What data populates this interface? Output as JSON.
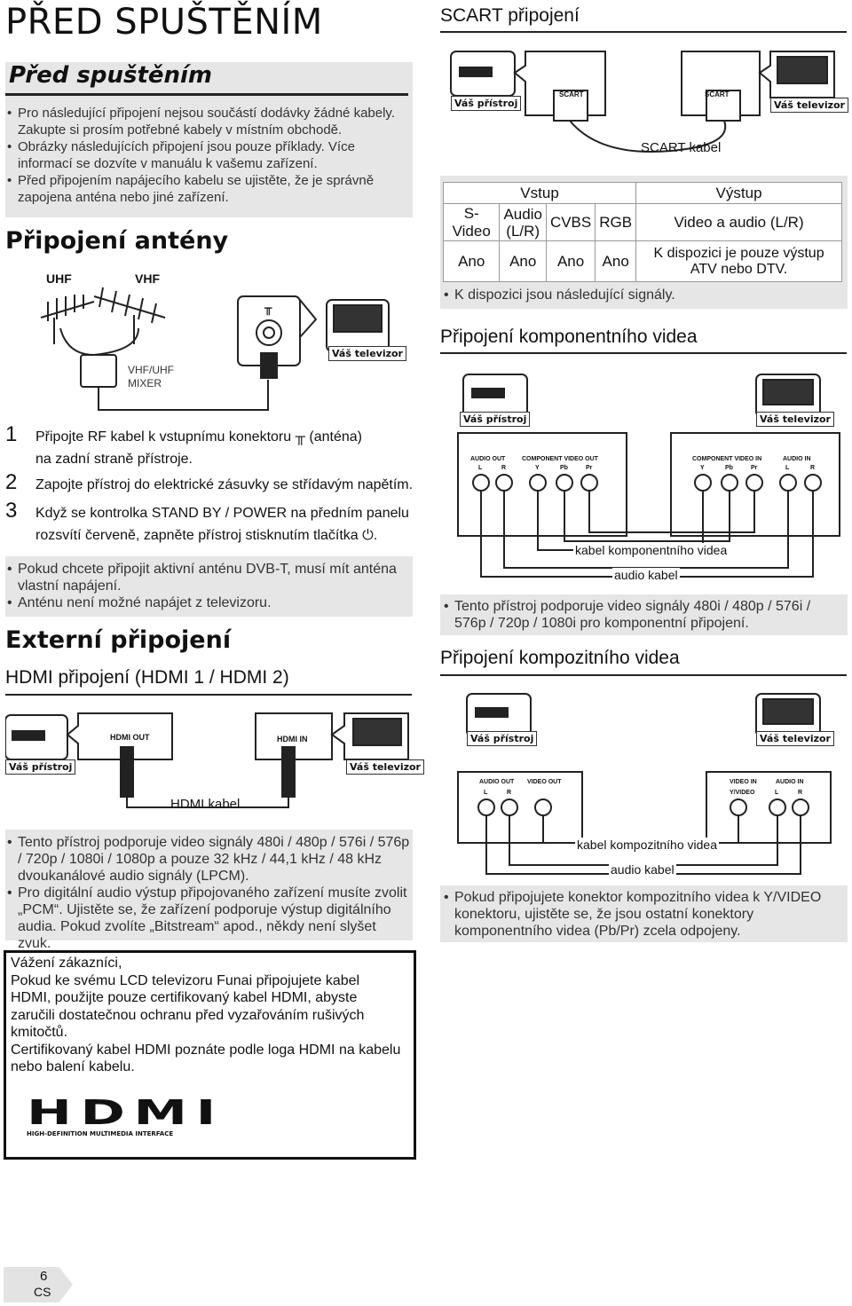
{
  "page_title": "PŘED SPUŠTĚNÍM",
  "left": {
    "section_before": "Před spuštěním",
    "before_bullets": [
      "Pro následující připojení nejsou součástí dodávky žádné kabely. Zakupte si prosím potřebné kabely v místním obchodě.",
      "Obrázky následujících připojení jsou pouze příklady. Více informací se dozvíte v manuálu k vašemu zařízení.",
      "Před připojením napájecího kabelu se ujistěte, že je správně zapojena anténa nebo jiné zařízení."
    ],
    "antenna_title": "Připojení antény",
    "antenna_labels": {
      "uhf": "UHF",
      "vhf": "VHF",
      "mixer": "VHF/UHF\nMIXER",
      "tv": "Váš televizor"
    },
    "steps": [
      {
        "num": "1",
        "text_a": "Připojte RF kabel k vstupnímu konektoru",
        "text_b": "(anténa)",
        "text_c": "na zadní straně přístroje."
      },
      {
        "num": "2",
        "text": "Zapojte přístroj do elektrické zásuvky se střídavým napětím."
      },
      {
        "num": "3",
        "text_a": "Když se kontrolka ",
        "standby": "STAND BY",
        "slash": " / ",
        "power": "POWER",
        "text_b": " na předním panelu",
        "text_c": "rozsvítí červeně, zapněte přístroj stisknutím tlačítka",
        "power_symbol": "⏻."
      }
    ],
    "antenna_bullets": [
      "Pokud chcete připojit aktivní anténu DVB-T, musí mít anténa vlastní napájení.",
      "Anténu není možné napájet z televizoru."
    ],
    "external_title": "Externí připojení",
    "hdmi_title": "HDMI připojení (HDMI 1 / HDMI 2)",
    "hdmi_labels": {
      "device": "Váš přístroj",
      "tv": "Váš televizor",
      "out": "HDMI OUT",
      "in": "HDMI IN",
      "cable": "HDMI kabel"
    },
    "hdmi_bullets": [
      "Tento přístroj podporuje video signály 480i / 480p / 576i / 576p / 720p / 1080i / 1080p a pouze 32 kHz / 44,1 kHz / 48 kHz dvoukanálové audio signály (LPCM).",
      "Pro digitální audio výstup připojovaného zařízení musíte zvolit „PCM“. Ujistěte se, že zařízení podporuje výstup digitálního audia. Pokud zvolíte „Bitstream“ apod., někdy není slyšet zvuk."
    ],
    "notice_lines": [
      "Vážení zákazníci,",
      "Pokud ke svému LCD televizoru Funai připojujete kabel HDMI, použijte pouze certifikovaný kabel HDMI, abyste zaručili dostatečnou ochranu před vyzařováním rušivých kmitočtů.",
      "Certifikovaný kabel HDMI poznáte podle loga HDMI na kabelu nebo balení kabelu."
    ],
    "hdmi_logo_text": "HDMI",
    "hdmi_logo_sub": "HIGH-DEFINITION MULTIMEDIA INTERFACE"
  },
  "right": {
    "scart_title": "SCART připojení",
    "scart_labels": {
      "device": "Váš přístroj",
      "tv": "Váš televizor",
      "scart": "SCART",
      "cable": "SCART kabel"
    },
    "table": {
      "vstup": "Vstup",
      "vystup": "Výstup",
      "cols": [
        "S-Video",
        "Audio\n(L/R)",
        "CVBS",
        "RGB",
        "Video a audio (L/R)"
      ],
      "row": [
        "Ano",
        "Ano",
        "Ano",
        "Ano",
        "K dispozici je pouze výstup ATV nebo DTV."
      ],
      "note": "K dispozici jsou následující signály."
    },
    "component_title": "Připojení komponentního videa",
    "component_labels": {
      "device": "Váš přístroj",
      "tv": "Váš televizor",
      "audio_out": "AUDIO OUT",
      "comp_out": "COMPONENT VIDEO OUT",
      "comp_in": "COMPONENT VIDEO IN",
      "audio_in": "AUDIO IN",
      "l": "L",
      "r": "R",
      "y": "Y",
      "pb": "Pb",
      "pr": "Pr",
      "video_cable": "kabel komponentního videa",
      "audio_cable": "audio kabel"
    },
    "component_bullet": "Tento přístroj podporuje video signály 480i / 480p / 576i / 576p / 720p / 1080i pro komponentní připojení.",
    "composite_title": "Připojení kompozitního videa",
    "composite_labels": {
      "device": "Váš přístroj",
      "tv": "Váš televizor",
      "audio_out": "AUDIO OUT",
      "video_out": "VIDEO OUT",
      "video_in": "VIDEO IN",
      "audio_in": "AUDIO IN",
      "yvideo": "Y/VIDEO",
      "l": "L",
      "r": "R",
      "video_cable": "kabel kompozitního videa",
      "audio_cable": "audio kabel"
    },
    "composite_bullet": "Pokud připojujete konektor kompozitního videa k Y/VIDEO konektoru, ujistěte se, že jsou ostatní konektory komponentního videa (Pb/Pr) zcela odpojeny."
  },
  "footer": {
    "page": "6",
    "lang": "CS"
  }
}
